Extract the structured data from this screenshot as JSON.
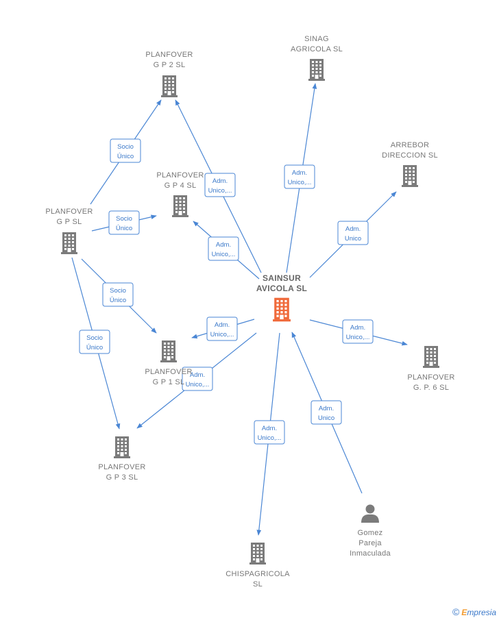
{
  "nodes": [
    {
      "id": "sainsur",
      "lines": [
        "SAINSUR",
        "AVICOLA  SL"
      ],
      "kind": "company",
      "color": "#f06a3b",
      "center": true
    },
    {
      "id": "gp2",
      "lines": [
        "PLANFOVER",
        "G P 2  SL"
      ],
      "kind": "company",
      "color": "#7b7b7b"
    },
    {
      "id": "sinag",
      "lines": [
        "SINAG",
        "AGRICOLA  SL"
      ],
      "kind": "company",
      "color": "#7b7b7b"
    },
    {
      "id": "arrebor",
      "lines": [
        "ARREBOR",
        "DIRECCION  SL"
      ],
      "kind": "company",
      "color": "#7b7b7b"
    },
    {
      "id": "gp4",
      "lines": [
        "PLANFOVER",
        "G P 4  SL"
      ],
      "kind": "company",
      "color": "#7b7b7b"
    },
    {
      "id": "gpsl",
      "lines": [
        "PLANFOVER",
        "G P SL"
      ],
      "kind": "company",
      "color": "#7b7b7b"
    },
    {
      "id": "gp1",
      "lines": [
        "PLANFOVER",
        "G P 1  SL"
      ],
      "kind": "company",
      "color": "#7b7b7b"
    },
    {
      "id": "gp6",
      "lines": [
        "PLANFOVER",
        "G.  P. 6  SL"
      ],
      "kind": "company",
      "color": "#7b7b7b"
    },
    {
      "id": "gp3",
      "lines": [
        "PLANFOVER",
        "G P 3  SL"
      ],
      "kind": "company",
      "color": "#7b7b7b"
    },
    {
      "id": "chispa",
      "lines": [
        "CHISPAGRICOLA",
        "SL"
      ],
      "kind": "company",
      "color": "#7b7b7b"
    },
    {
      "id": "gomez",
      "lines": [
        "Gomez",
        "Pareja",
        "Inmaculada"
      ],
      "kind": "person",
      "color": "#7b7b7b"
    }
  ],
  "edges": [
    {
      "from": "gpsl",
      "to": "gp2",
      "label": [
        "Socio",
        "Único"
      ]
    },
    {
      "from": "gpsl",
      "to": "gp4",
      "label": [
        "Socio",
        "Único"
      ]
    },
    {
      "from": "gpsl",
      "to": "gp1",
      "label": [
        "Socio",
        "Único"
      ]
    },
    {
      "from": "gpsl",
      "to": "gp3",
      "label": [
        "Socio",
        "Único"
      ]
    },
    {
      "from": "sainsur",
      "to": "gp2",
      "label": [
        "Adm.",
        "Unico,..."
      ]
    },
    {
      "from": "sainsur",
      "to": "gp4",
      "label": [
        "Adm.",
        "Unico,..."
      ]
    },
    {
      "from": "sainsur",
      "to": "sinag",
      "label": [
        "Adm.",
        "Unico,..."
      ]
    },
    {
      "from": "sainsur",
      "to": "arrebor",
      "label": [
        "Adm.",
        "Unico"
      ]
    },
    {
      "from": "sainsur",
      "to": "gp1",
      "label": [
        "Adm.",
        "Unico,..."
      ]
    },
    {
      "from": "sainsur",
      "to": "gp6",
      "label": [
        "Adm.",
        "Unico,..."
      ]
    },
    {
      "from": "sainsur",
      "to": "gp3",
      "label": [
        "Adm.",
        "Unico,..."
      ]
    },
    {
      "from": "sainsur",
      "to": "chispa",
      "label": [
        "Adm.",
        "Unico,..."
      ]
    },
    {
      "from": "gomez",
      "to": "sainsur",
      "label": [
        "Adm.",
        "Unico"
      ]
    }
  ],
  "colors": {
    "edge": "#4a86d4",
    "center": "#f06a3b",
    "node": "#7b7b7b"
  },
  "footer": {
    "copyright": "©",
    "brand_initial": "E",
    "brand_rest": "mpresia"
  }
}
